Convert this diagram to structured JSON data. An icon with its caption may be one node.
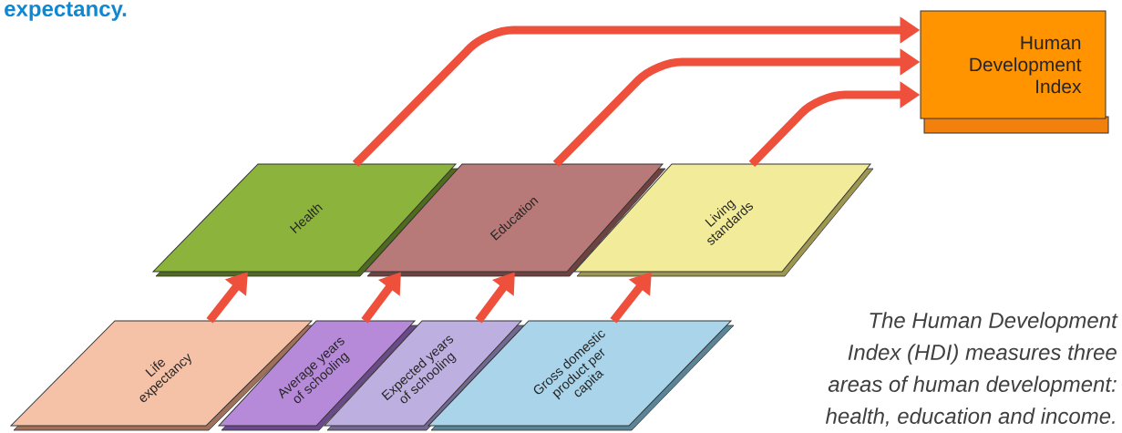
{
  "diagram": {
    "caption": "The Human Development Index (HDI) measures three areas of human development: health, education and income.",
    "nodes": [
      {
        "text": [
          "Human Development Index"
        ]
      },
      {
        "text": [
          "Health"
        ]
      },
      {
        "text": [
          "Education"
        ]
      },
      {
        "text": [
          "Living standards"
        ]
      },
      {
        "text": [
          "Life expectancy"
        ]
      },
      {
        "text": [
          "Average years of schooling"
        ]
      },
      {
        "text": [
          "Expected years of schooling"
        ]
      },
      {
        "text": [
          "Gross domestic product per capita"
        ]
      }
    ],
    "edges": [
      {
        "from": 4,
        "to": 1,
        "arrow": "to"
      },
      {
        "from": 5,
        "to": 2,
        "arrow": "to"
      },
      {
        "from": 6,
        "to": 2,
        "arrow": "to"
      },
      {
        "from": 7,
        "to": 3,
        "arrow": "to"
      },
      {
        "from": 1,
        "to": 0,
        "arrow": "to"
      },
      {
        "from": 2,
        "to": 0,
        "arrow": "to"
      },
      {
        "from": 3,
        "to": 0,
        "arrow": "to"
      }
    ],
    "labels": [
      "expectancy."
    ]
  }
}
